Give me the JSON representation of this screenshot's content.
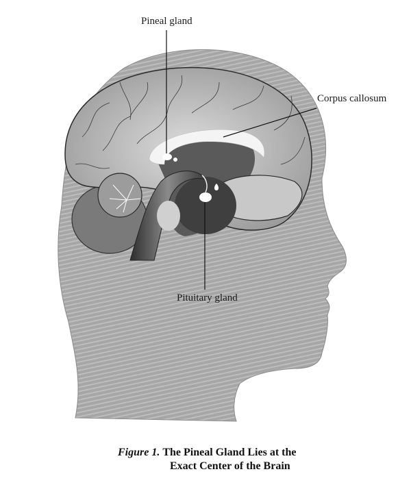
{
  "labels": {
    "pineal": "Pineal gland",
    "corpus": "Corpus callosum",
    "pituitary": "Pituitary gland"
  },
  "caption": {
    "figure_label": "Figure 1.",
    "title_line1": "The Pineal Gland Lies at the",
    "title_line2": "Exact Center of the Brain"
  },
  "colors": {
    "head_fill": "#a9a9a9",
    "brain_fill": "#cfcfcf",
    "dark_region": "#4a4a4a",
    "highlight": "#ffffff"
  }
}
